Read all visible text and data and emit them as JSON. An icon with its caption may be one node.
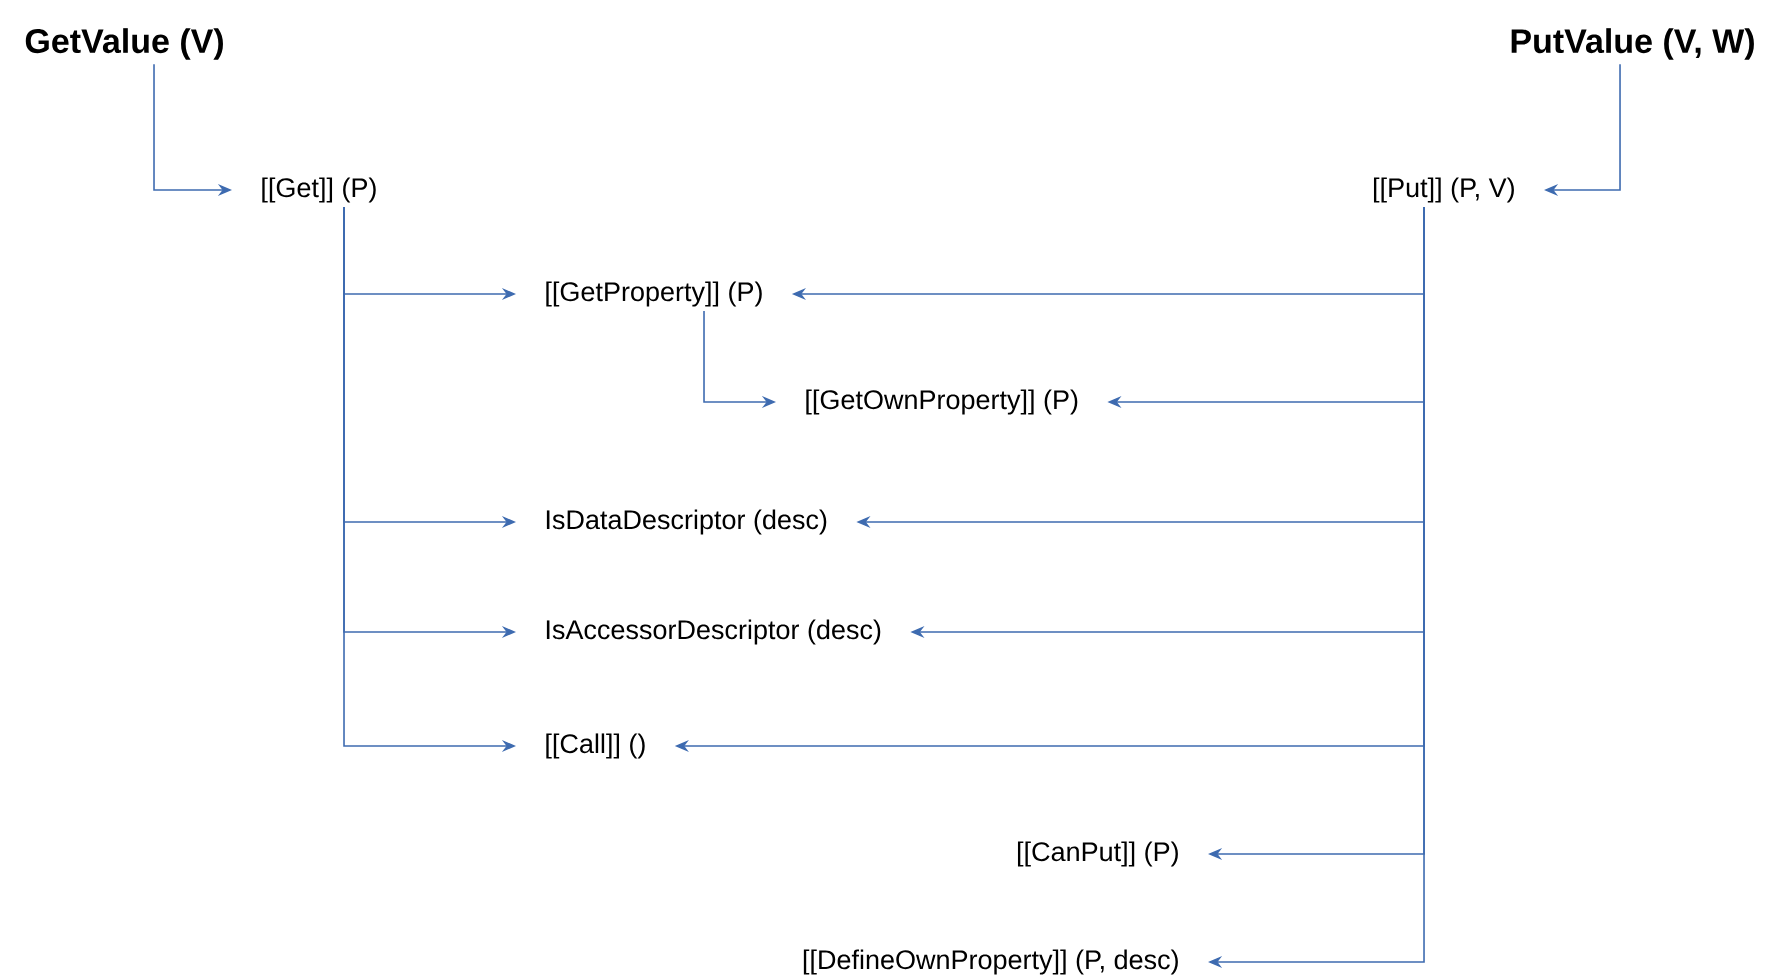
{
  "diagram": {
    "nodes": [
      {
        "text": [
          "GetValue (V)"
        ]
      },
      {
        "text": [
          "PutValue (V, W)"
        ]
      },
      {
        "text": [
          "[[Get]] (P)"
        ]
      },
      {
        "text": [
          "[[Put]] (P, V)"
        ]
      },
      {
        "text": [
          "[[GetProperty]] (P)"
        ]
      },
      {
        "text": [
          "[[GetOwnProperty]] (P)"
        ]
      },
      {
        "text": [
          "IsDataDescriptor (desc)"
        ]
      },
      {
        "text": [
          "IsAccessorDescriptor (desc)"
        ]
      },
      {
        "text": [
          "[[Call]] ()"
        ]
      },
      {
        "text": [
          "[[CanPut]] (P)"
        ]
      },
      {
        "text": [
          "[[DefineOwnProperty]] (P, desc)"
        ]
      }
    ],
    "edges": [
      {
        "from": 0,
        "to": 2,
        "arrow": "to"
      },
      {
        "from": 1,
        "to": 3,
        "arrow": "to"
      },
      {
        "from": 2,
        "to": 4,
        "arrow": "to"
      },
      {
        "from": 2,
        "to": 6,
        "arrow": "to"
      },
      {
        "from": 2,
        "to": 7,
        "arrow": "to"
      },
      {
        "from": 2,
        "to": 8,
        "arrow": "to"
      },
      {
        "from": 4,
        "to": 5,
        "arrow": "to"
      },
      {
        "from": 3,
        "to": 4,
        "arrow": "to"
      },
      {
        "from": 3,
        "to": 5,
        "arrow": "to"
      },
      {
        "from": 3,
        "to": 6,
        "arrow": "to"
      },
      {
        "from": 3,
        "to": 7,
        "arrow": "to"
      },
      {
        "from": 3,
        "to": 8,
        "arrow": "to"
      },
      {
        "from": 3,
        "to": 9,
        "arrow": "to"
      },
      {
        "from": 3,
        "to": 10,
        "arrow": "to"
      }
    ]
  }
}
